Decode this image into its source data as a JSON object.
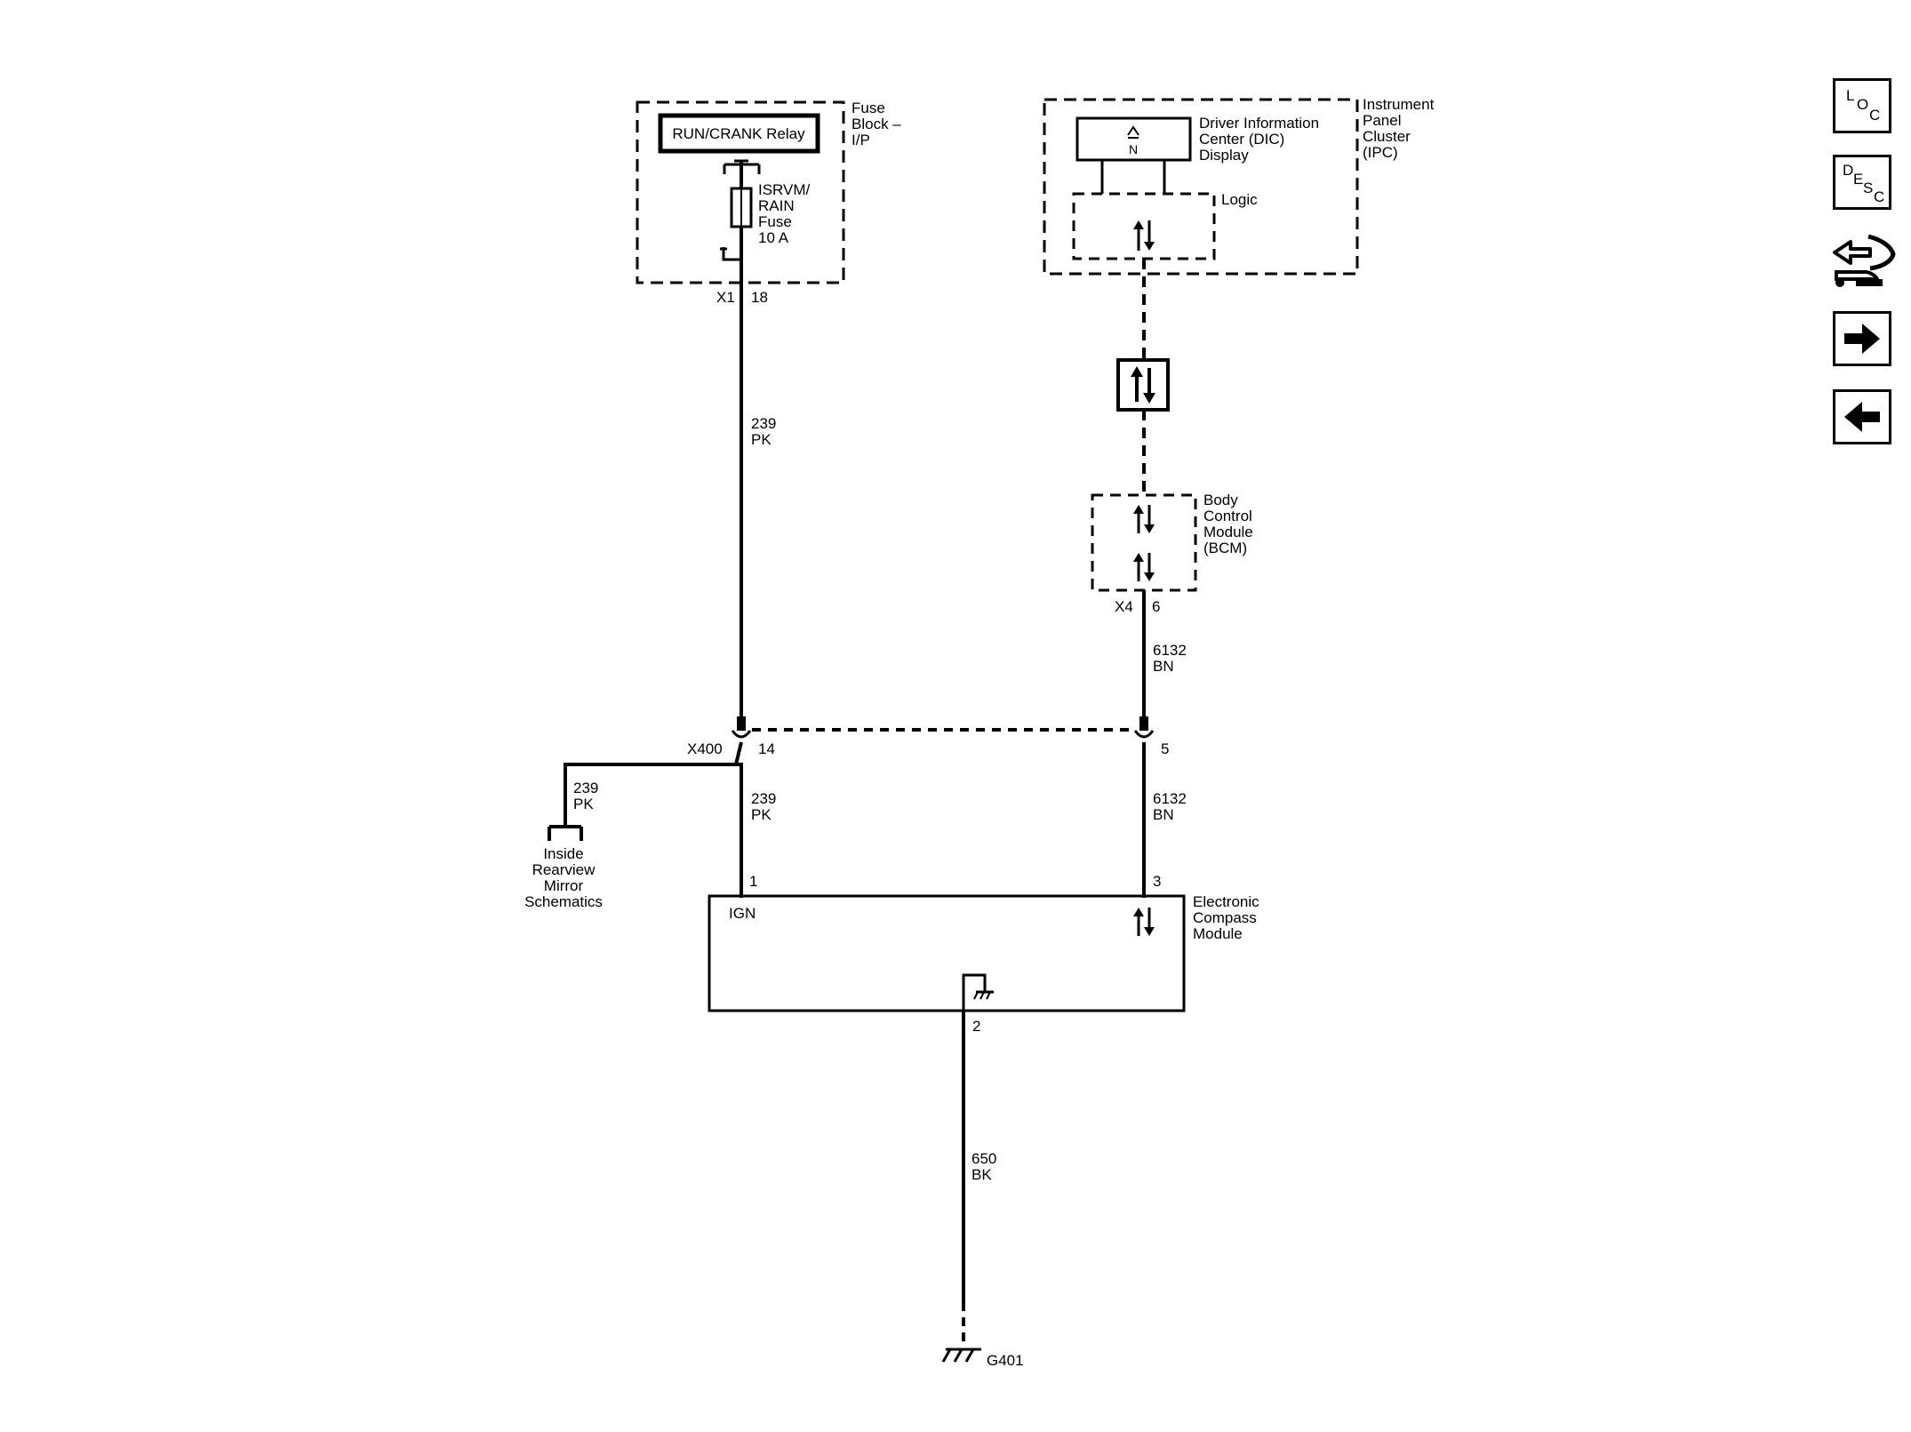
{
  "fuse_block": {
    "relay_label": "RUN/CRANK Relay",
    "block_label_lines": [
      "Fuse",
      "Block –",
      "I/P"
    ],
    "fuse_label_lines": [
      "ISRVM/",
      "RAIN",
      "Fuse",
      "10 A"
    ],
    "connector": "X1",
    "pin": "18"
  },
  "ipc": {
    "cluster_label_lines": [
      "Instrument",
      "Panel",
      "Cluster",
      "(IPC)"
    ],
    "dic_label_lines": [
      "Driver Information",
      "Center (DIC)",
      "Display"
    ],
    "logic_label": "Logic",
    "dic_icon_letter": "N"
  },
  "bcm": {
    "label_lines": [
      "Body",
      "Control",
      "Module",
      "(BCM)"
    ],
    "connector": "X4",
    "pin": "6"
  },
  "wires": {
    "ign_upper": [
      "239",
      "PK"
    ],
    "ign_lower": [
      "239",
      "PK"
    ],
    "mirror_branch": [
      "239",
      "PK"
    ],
    "data_upper": [
      "6132",
      "BN"
    ],
    "data_lower": [
      "6132",
      "BN"
    ],
    "ground": [
      "650",
      "BK"
    ]
  },
  "inline_connector": {
    "name": "X400",
    "pin_left": "14",
    "pin_right": "5"
  },
  "mirror_ref": {
    "label_lines": [
      "Inside",
      "Rearview",
      "Mirror",
      "Schematics"
    ]
  },
  "compass": {
    "label_lines": [
      "Electronic",
      "Compass",
      "Module"
    ],
    "ign_label": "IGN",
    "pin_ign": "1",
    "pin_data": "3",
    "pin_ground": "2"
  },
  "ground": {
    "label": "G401"
  },
  "nav": {
    "loc": [
      "L",
      "O",
      "C"
    ],
    "desc": [
      "D",
      "E",
      "S",
      "C"
    ],
    "icons": [
      "connector-view-icon",
      "next-arrow-icon",
      "previous-arrow-icon"
    ]
  }
}
